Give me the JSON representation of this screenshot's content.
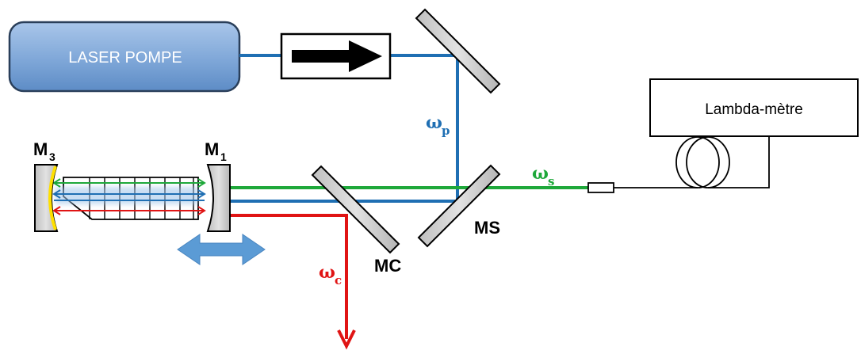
{
  "laser": {
    "label": "LASER POMPE"
  },
  "wavemeter": {
    "label": "Lambda-mètre"
  },
  "mirrors": {
    "m3": {
      "name": "M",
      "sub": "3"
    },
    "m1": {
      "name": "M",
      "sub": "1"
    },
    "ms": {
      "label": "MS"
    },
    "mc": {
      "label": "MC"
    }
  },
  "beams": {
    "pump": {
      "symbol": "ω",
      "sub": "p",
      "color": "#1f6fb3"
    },
    "signal": {
      "symbol": "ω",
      "sub": "s",
      "color": "#1ea83a"
    },
    "complementary": {
      "symbol": "ω",
      "sub": "c",
      "color": "#e01414"
    }
  },
  "colors": {
    "laser_fill": "#7fa7d8",
    "mirror_fill": "#cfcfcf",
    "coating": "#ffe000",
    "translation_arrow": "#5b9bd5"
  },
  "icons": {
    "isolator": "right-arrow-icon",
    "translation": "double-arrow-icon",
    "fiber": "fiber-coil-icon"
  }
}
